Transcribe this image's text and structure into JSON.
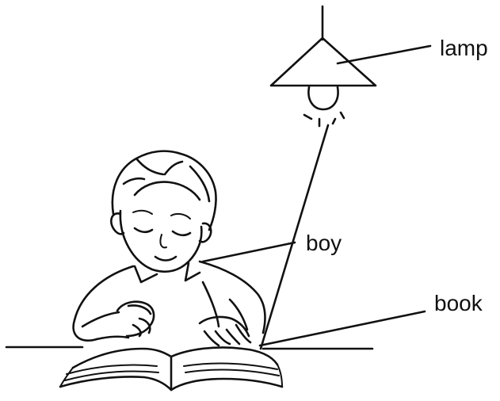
{
  "labels": {
    "lamp": "lamp",
    "boy": "boy",
    "book": "book"
  },
  "colors": {
    "ink": "#111111",
    "background": "#ffffff"
  }
}
